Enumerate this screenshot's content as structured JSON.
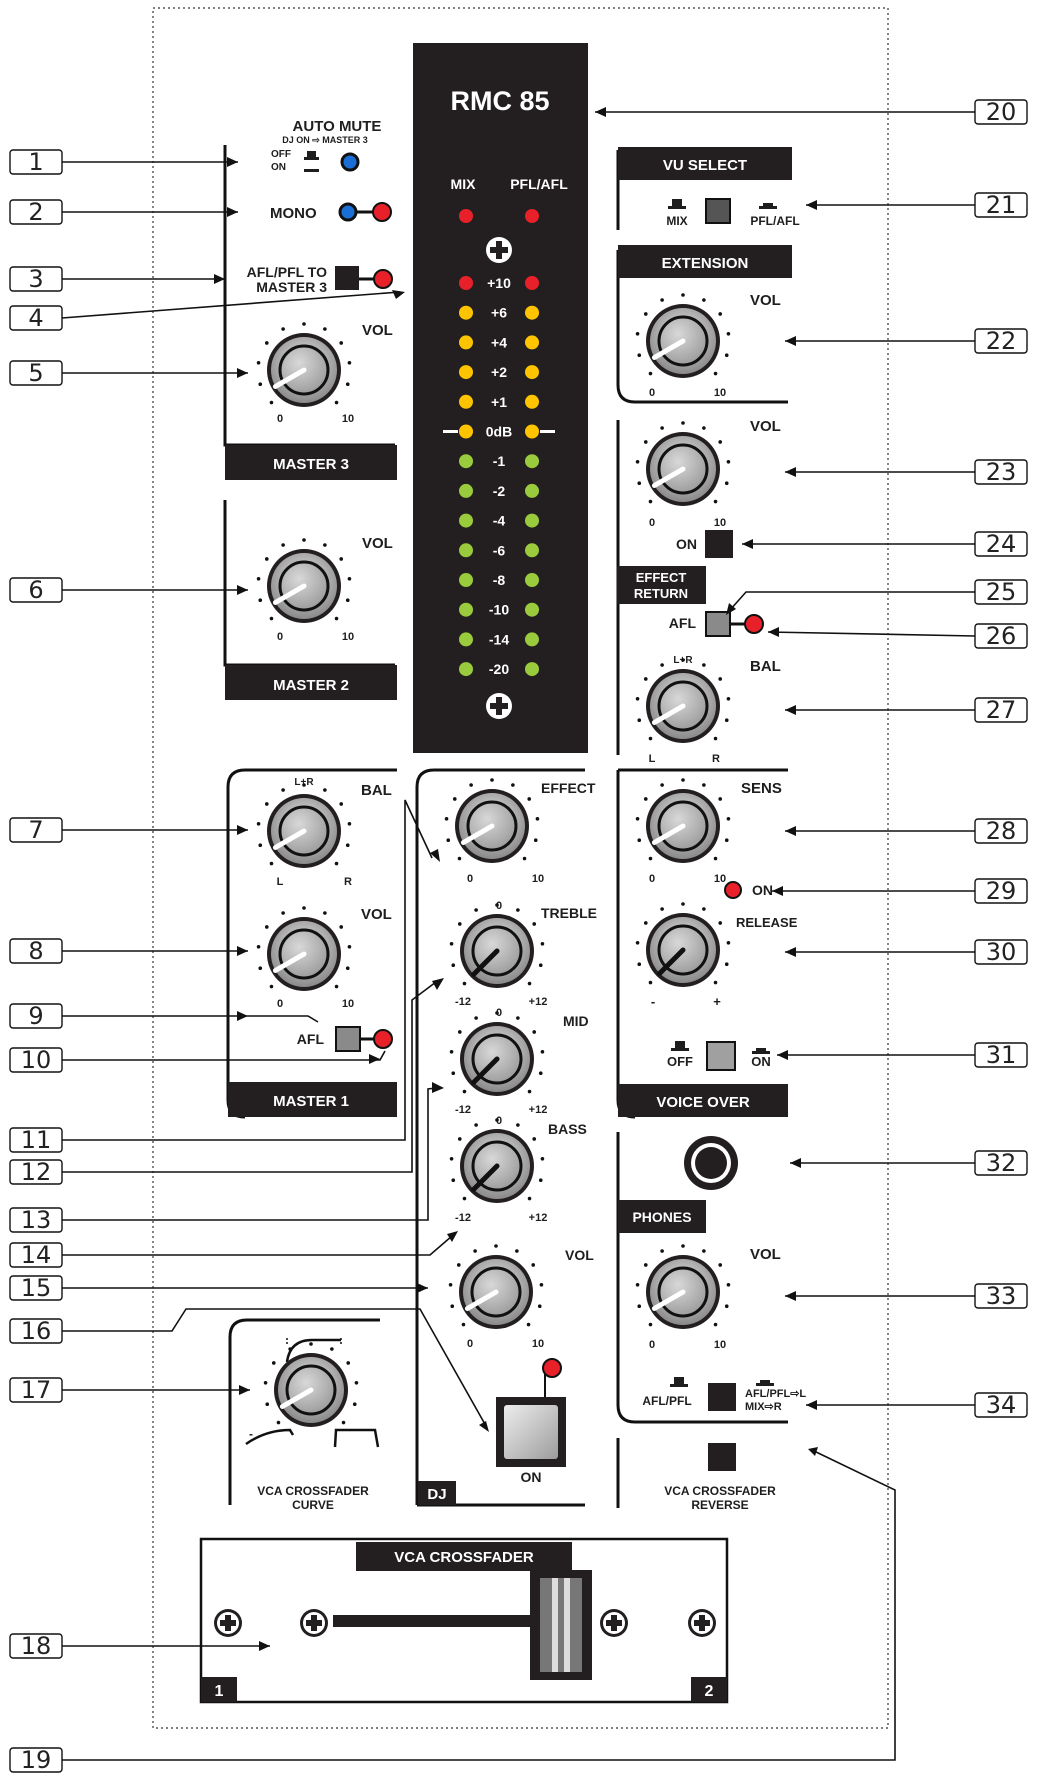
{
  "model": "RMC 85",
  "meter": {
    "mix_label": "MIX",
    "pfl_label": "PFL/AFL",
    "levels": [
      "+10",
      "+6",
      "+4",
      "+2",
      "+1",
      "0dB",
      "-1",
      "-2",
      "-4",
      "-6",
      "-8",
      "-10",
      "-14",
      "-20"
    ],
    "led_colors": {
      "red": "#e8202a",
      "yellow": "#ffc400",
      "green": "#9acb3c"
    }
  },
  "master3": {
    "auto_mute_title": "AUTO MUTE",
    "auto_mute_sub": "DJ ON ⇨ MASTER 3",
    "off_label": "OFF",
    "on_label": "ON",
    "mono_label": "MONO",
    "afl_pfl_line1": "AFL/PFL TO",
    "afl_pfl_line2": "MASTER 3",
    "vol_label": "VOL",
    "min": "0",
    "max": "10",
    "section_label": "MASTER 3"
  },
  "master2": {
    "vol_label": "VOL",
    "min": "0",
    "max": "10",
    "section_label": "MASTER 2"
  },
  "master1": {
    "bal_label": "BAL",
    "bal_top": "L+R",
    "bal_left": "L",
    "bal_right": "R",
    "vol_label": "VOL",
    "min": "0",
    "max": "10",
    "afl_label": "AFL",
    "section_label": "MASTER 1"
  },
  "dj": {
    "effect_label": "EFFECT",
    "treble_label": "TREBLE",
    "mid_label": "MID",
    "bass_label": "BASS",
    "vol_label": "VOL",
    "zero": "0",
    "eq_min": "-12",
    "eq_max": "+12",
    "min": "0",
    "max": "10",
    "on_label": "ON",
    "section_label": "DJ"
  },
  "right": {
    "vu_select": "VU SELECT",
    "vu_mix": "MIX",
    "vu_pfl": "PFL/AFL",
    "extension": "EXTENSION",
    "ext_vol": "VOL",
    "fx_vol": "VOL",
    "fx_on": "ON",
    "fx_title1": "EFFECT",
    "fx_title2": "RETURN",
    "fx_afl": "AFL",
    "bal": "BAL",
    "bal_top": "L+R",
    "bal_left": "L",
    "bal_right": "R",
    "sens": "SENS",
    "vo_on": "ON",
    "release": "RELEASE",
    "minus": "-",
    "plus": "+",
    "off": "OFF",
    "on": "ON",
    "voice_over": "VOICE OVER",
    "phones": "PHONES",
    "ph_vol": "VOL",
    "afl_pfl": "AFL/PFL",
    "afl_pfl_l": "AFL/PFL⇨L",
    "mix_r": "MIX⇨R",
    "crossfader_reverse1": "VCA CROSSFADER",
    "crossfader_reverse2": "REVERSE",
    "min": "0",
    "max": "10"
  },
  "curve": {
    "line1": "VCA CROSSFADER",
    "line2": "CURVE"
  },
  "crossfader": {
    "title": "VCA CROSSFADER",
    "left": "1",
    "right": "2"
  },
  "callouts_left": [
    "1",
    "2",
    "3",
    "4",
    "5",
    "6",
    "7",
    "8",
    "9",
    "10",
    "11",
    "12",
    "13",
    "14",
    "15",
    "16",
    "17",
    "18",
    "19"
  ],
  "callouts_right": [
    "20",
    "21",
    "22",
    "23",
    "24",
    "25",
    "26",
    "27",
    "28",
    "29",
    "30",
    "31",
    "32",
    "33",
    "34"
  ]
}
